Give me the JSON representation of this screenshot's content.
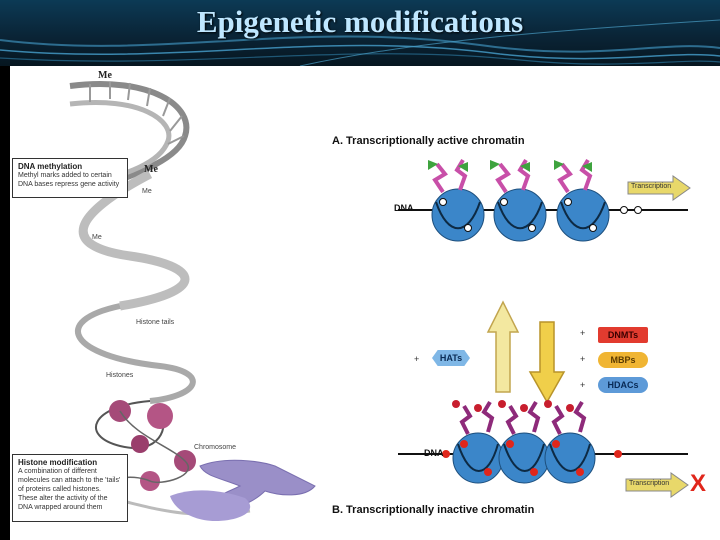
{
  "slide": {
    "title": "Epigenetic modifications"
  },
  "left_diagram": {
    "me_labels": [
      "Me",
      "Me",
      "Me",
      "Me"
    ],
    "dna_methylation_box": {
      "title": "DNA methylation",
      "body": "Methyl marks added to certain DNA bases repress gene activity"
    },
    "histone_tails_label": "Histone tails",
    "histones_label": "Histones",
    "chromosome_label": "Chromosome",
    "histone_modification_box": {
      "title": "Histone modification",
      "body": "A combination of different molecules can attach to the 'tails' of proteins called histones. These alter the activity of the DNA wrapped around them"
    }
  },
  "right_diagram": {
    "section_a": "A.  Transcriptionally active chromatin",
    "section_b": "B.  Transcriptionally inactive chromatin",
    "dna_label_top": "DNA",
    "dna_label_bottom": "DNA",
    "transcription_label_top": "Transcription",
    "transcription_label_bottom": "Transcription",
    "plus": "+",
    "hats": "HATs",
    "dnmts": "DNMTs",
    "mbps": "MBPs",
    "hdacs": "HDACs",
    "x_mark": "X",
    "colors": {
      "hats": "#7fb7e6",
      "dnmts": "#e23b2f",
      "mbps": "#f0b533",
      "hdacs": "#5d9ad8",
      "transcription_arrow": "#e8d86a",
      "x_mark": "#e0261b"
    }
  }
}
